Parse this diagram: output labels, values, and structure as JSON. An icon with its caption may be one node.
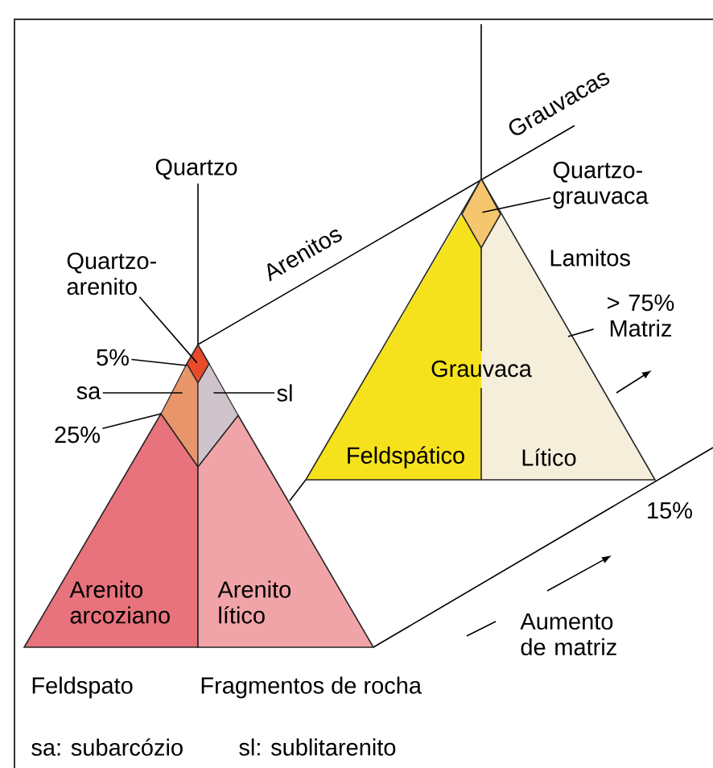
{
  "diagram": {
    "nodes": [
      {
        "text": [
          "Quartzo-arenito"
        ]
      },
      {
        "text": [],
        "shape": "diamond"
      },
      {
        "text": [
          "sa"
        ]
      },
      {
        "text": [],
        "shape": "polygon"
      },
      {
        "text": [
          "sl"
        ]
      },
      {
        "text": [],
        "shape": "polygon"
      },
      {
        "text": [
          "5%"
        ]
      },
      {
        "text": [
          "25%"
        ]
      },
      {
        "text": [
          "Arenito arcoziano"
        ]
      },
      {
        "text": [
          "Arenito lítico"
        ]
      },
      {
        "text": [
          "Quartzo-grauvaca"
        ]
      },
      {
        "text": [
          "Grauvaca"
        ]
      },
      {
        "text": [],
        "shape": "diamond",
        "in": 11
      },
      {
        "text": [
          "Feldspático"
        ],
        "in": 11
      },
      {
        "text": [
          "Lítico"
        ],
        "in": 11
      },
      {
        "text": [
          "> 75% Matriz"
        ]
      }
    ],
    "edges": [
      {
        "from": 0,
        "to": 1,
        "arrow": "none"
      },
      {
        "from": 2,
        "to": 3,
        "arrow": "none"
      },
      {
        "from": 4,
        "to": 5,
        "arrow": "none"
      },
      {
        "from": 6,
        "to": 1,
        "arrow": "none"
      },
      {
        "from": 7,
        "to": 3,
        "arrow": "none"
      },
      {
        "from": 10,
        "to": 12,
        "arrow": "none"
      },
      {
        "from": 15,
        "to": 11,
        "arrow": "none"
      }
    ],
    "labels": [
      "Quartzo",
      "Grauvacas",
      "Arenitos",
      "Lamitos",
      "15%",
      "Aumento de matriz",
      "Feldspato",
      "Fragmentos de rocha",
      "sa: subarcózio",
      "sl: sublitarenito"
    ]
  }
}
